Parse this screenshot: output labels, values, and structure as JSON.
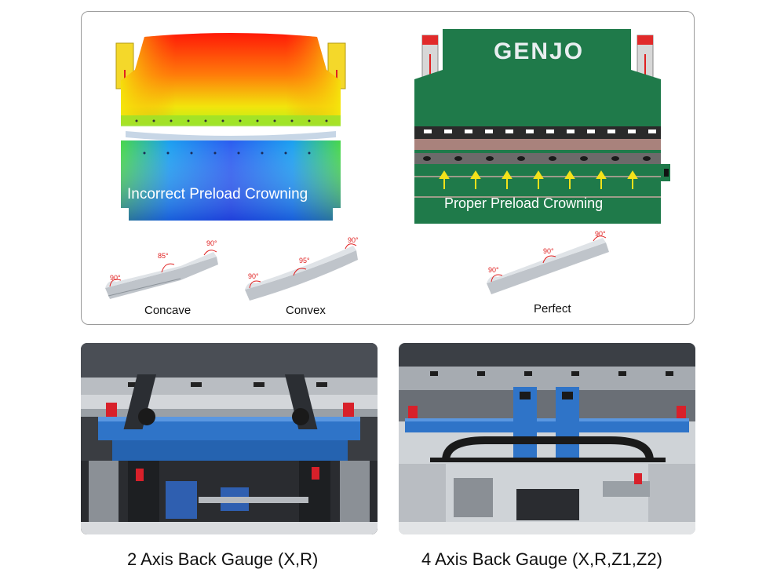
{
  "top_panel": {
    "incorrect_label": "Incorrect Preload Crowning",
    "proper_label": "Proper  Preload Crowning",
    "brand": "GENJO"
  },
  "bend_samples": [
    {
      "name": "Concave",
      "angles": [
        "90°",
        "85°",
        "90°"
      ]
    },
    {
      "name": "Convex",
      "angles": [
        "90°",
        "95°",
        "90°"
      ]
    },
    {
      "name": "Perfect",
      "angles": [
        "90°",
        "90°",
        "90°"
      ]
    }
  ],
  "captions": {
    "left": "2 Axis Back Gauge (X,R)",
    "right": "4 Axis Back Gauge (X,R,Z1,Z2)"
  },
  "colors": {
    "heat_red": "#ff2a10",
    "heat_yellow": "#f7e20b",
    "heat_blue": "#1d3be0",
    "machine_green": "#1f7a4a",
    "gauge_blue": "#2f74c8"
  }
}
